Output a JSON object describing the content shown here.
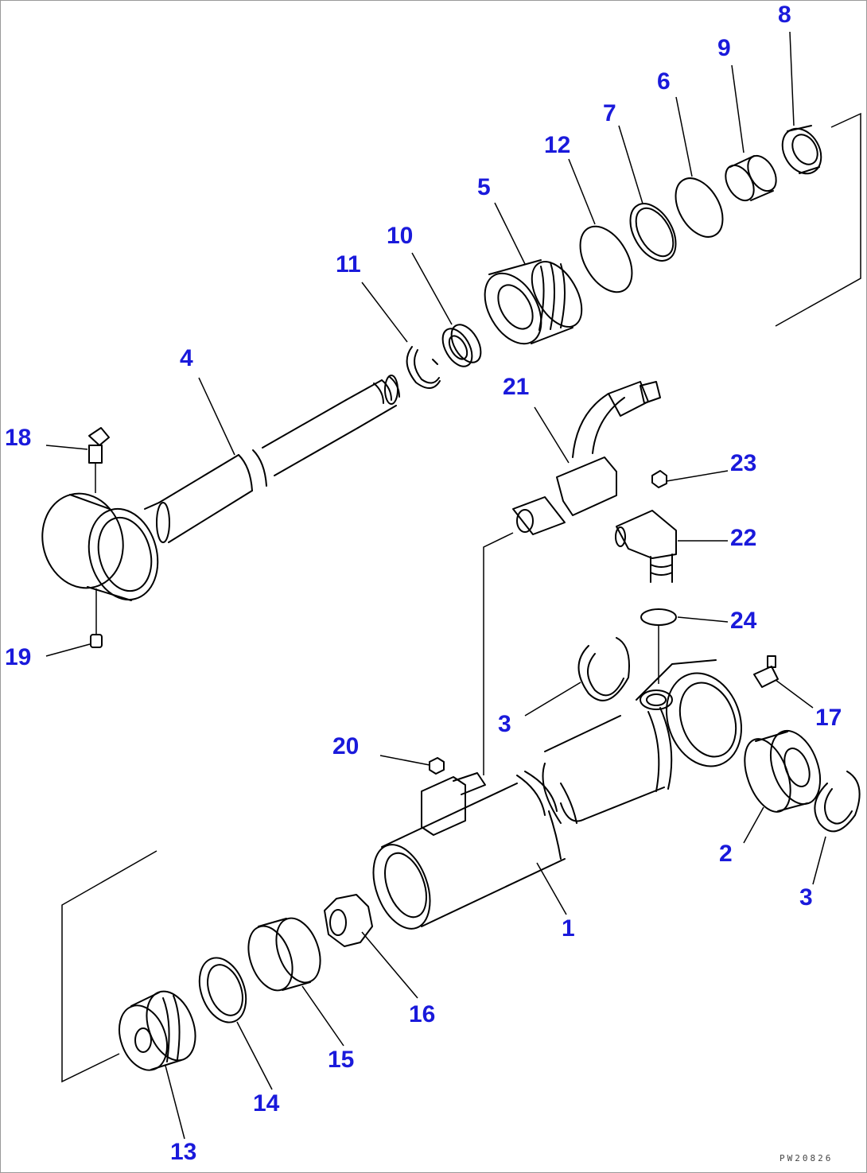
{
  "drawing_code": "PW20826",
  "callouts": [
    {
      "id": "c1",
      "label": "1"
    },
    {
      "id": "c2",
      "label": "2"
    },
    {
      "id": "c3a",
      "label": "3"
    },
    {
      "id": "c3b",
      "label": "3"
    },
    {
      "id": "c4",
      "label": "4"
    },
    {
      "id": "c5",
      "label": "5"
    },
    {
      "id": "c6",
      "label": "6"
    },
    {
      "id": "c7",
      "label": "7"
    },
    {
      "id": "c8",
      "label": "8"
    },
    {
      "id": "c9",
      "label": "9"
    },
    {
      "id": "c10",
      "label": "10"
    },
    {
      "id": "c11",
      "label": "11"
    },
    {
      "id": "c12",
      "label": "12"
    },
    {
      "id": "c13",
      "label": "13"
    },
    {
      "id": "c14",
      "label": "14"
    },
    {
      "id": "c15",
      "label": "15"
    },
    {
      "id": "c16",
      "label": "16"
    },
    {
      "id": "c17",
      "label": "17"
    },
    {
      "id": "c18",
      "label": "18"
    },
    {
      "id": "c19",
      "label": "19"
    },
    {
      "id": "c20",
      "label": "20"
    },
    {
      "id": "c21",
      "label": "21"
    },
    {
      "id": "c22",
      "label": "22"
    },
    {
      "id": "c23",
      "label": "23"
    },
    {
      "id": "c24",
      "label": "24"
    }
  ],
  "colors": {
    "callout": "#1a1adb",
    "line": "#000000"
  }
}
